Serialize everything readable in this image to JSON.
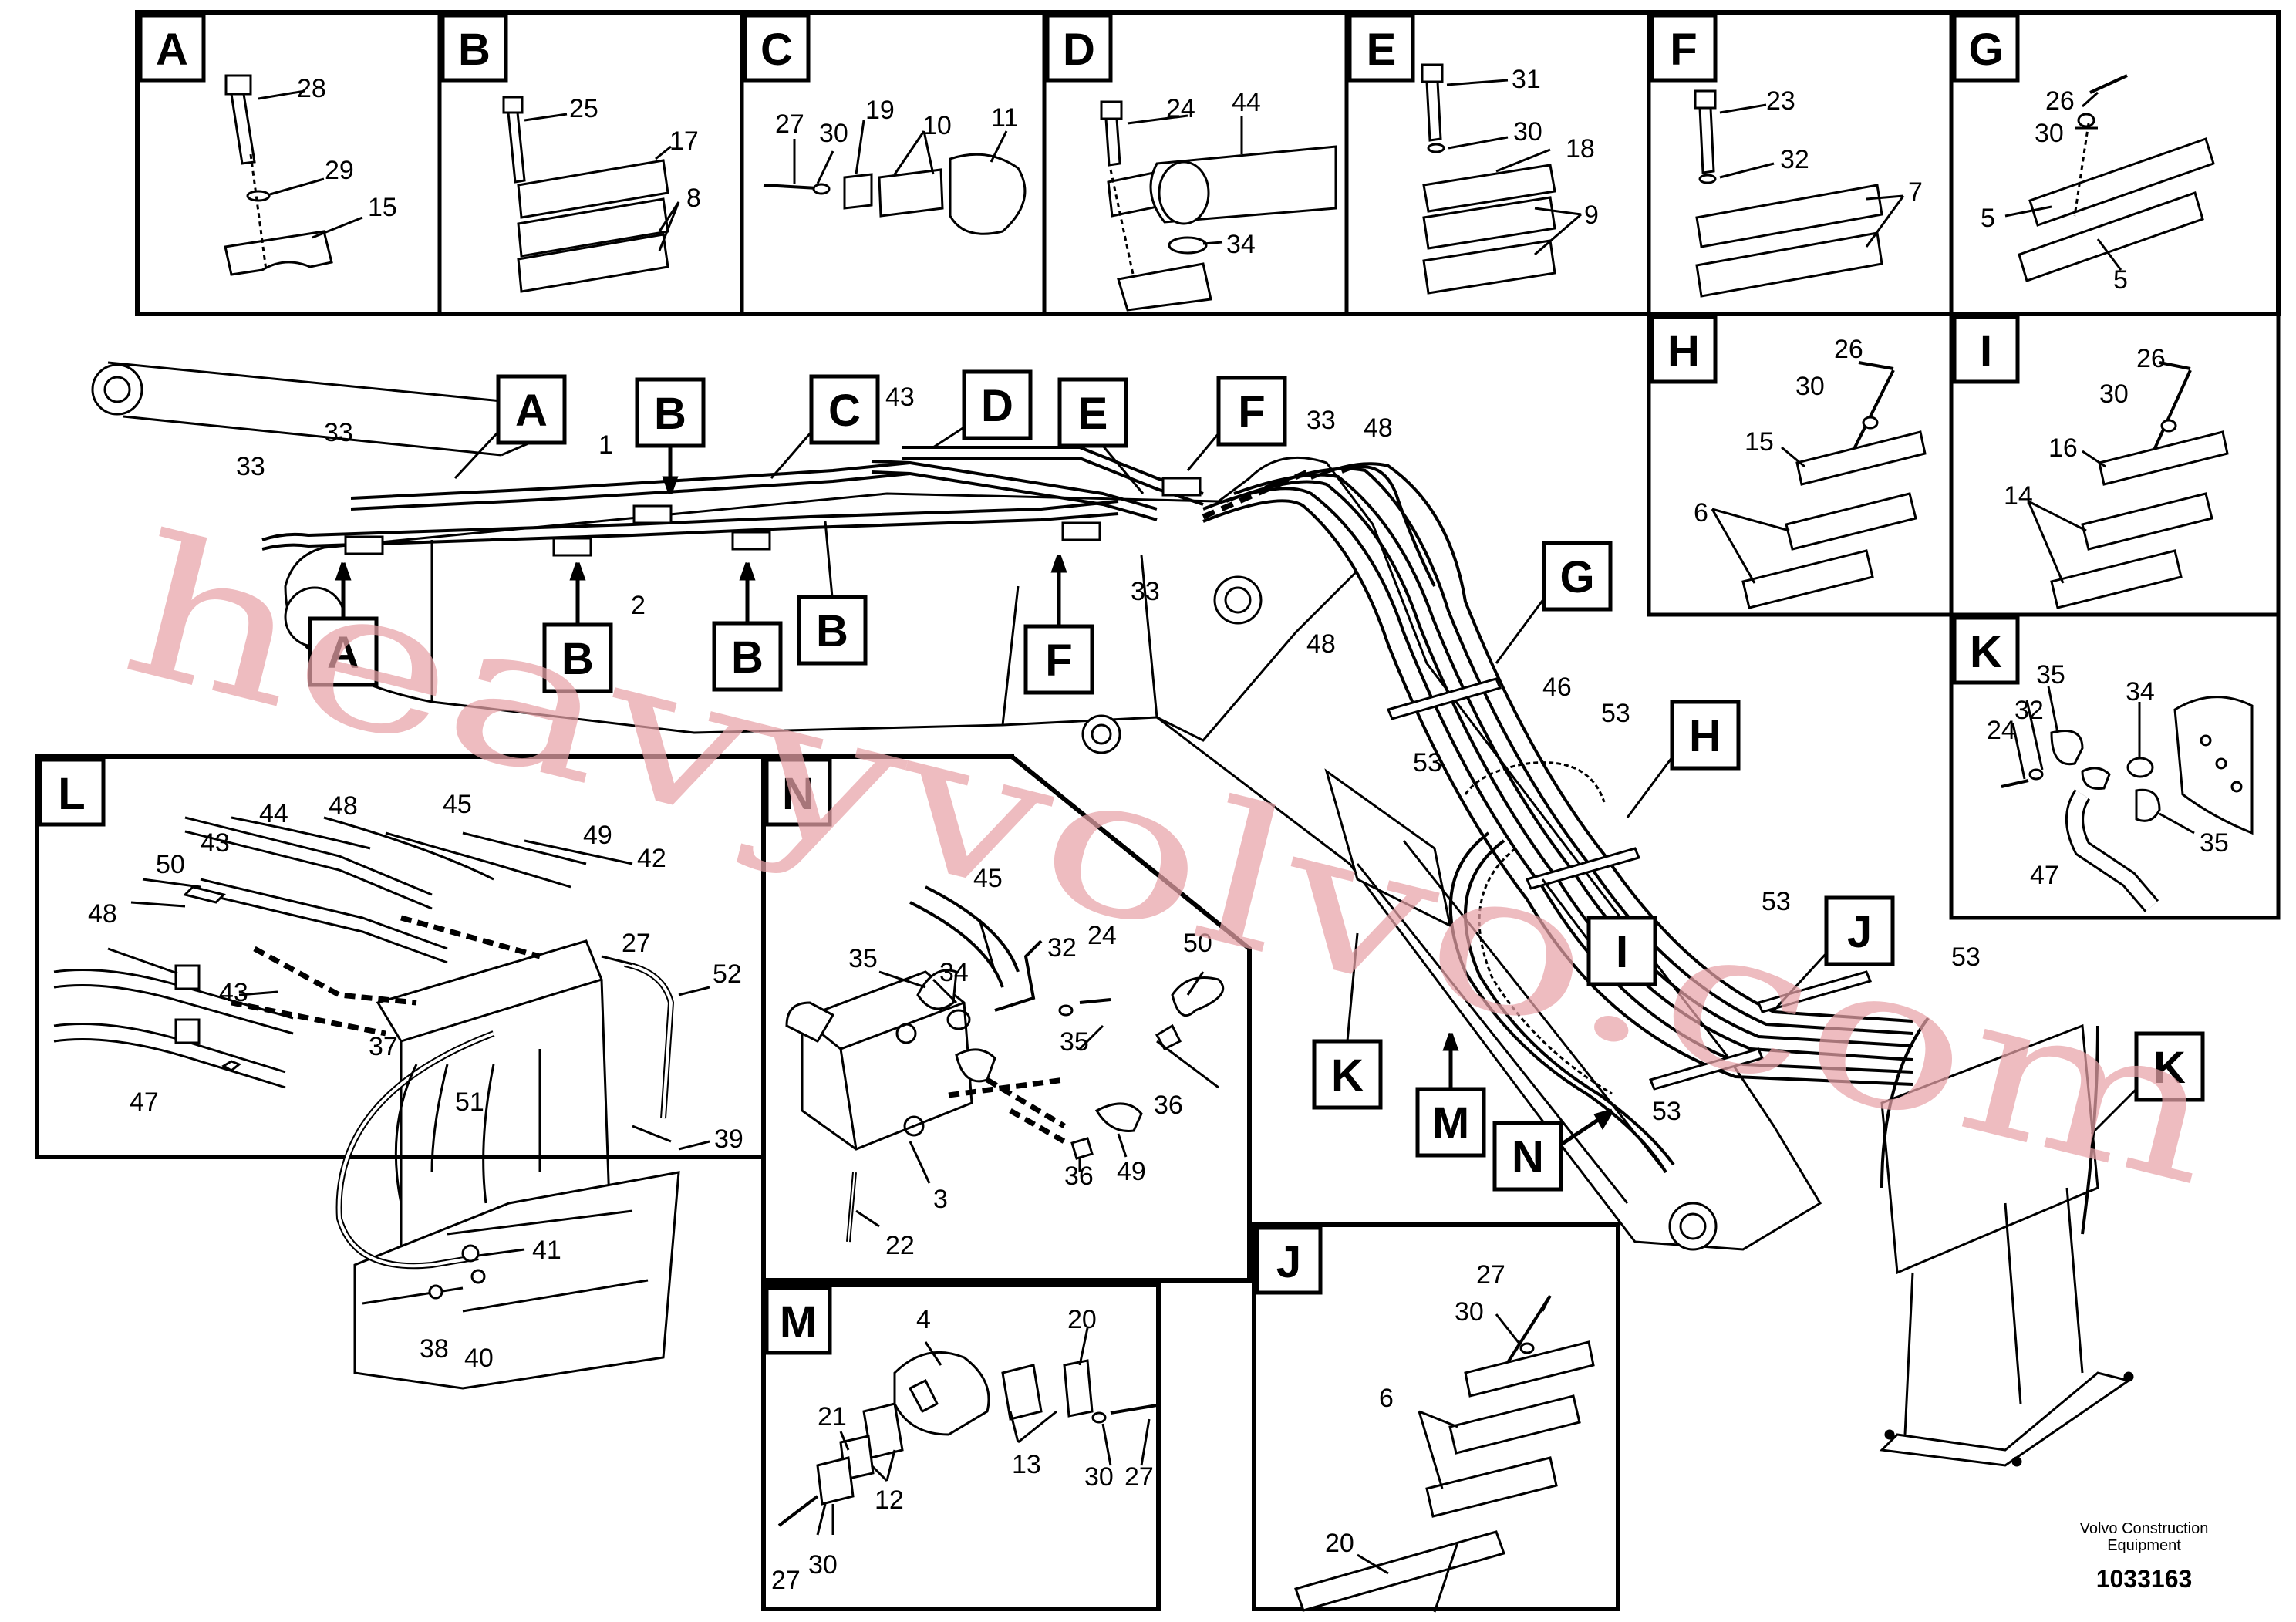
{
  "detail_letters": [
    "A",
    "B",
    "C",
    "D",
    "E",
    "F",
    "G",
    "H",
    "I",
    "J",
    "K",
    "L",
    "M",
    "N"
  ],
  "main_callouts": {
    "A_top": "A",
    "A_bottom": "A",
    "B_top": "B",
    "B_bottom1": "B",
    "B_bottom2": "B",
    "B_bottom3": "B",
    "C": "C",
    "D": "D",
    "E": "E",
    "F_top": "F",
    "F_bottom": "F",
    "G": "G",
    "H": "H",
    "I": "I",
    "J": "J",
    "K_left": "K",
    "K_right": "K",
    "M": "M",
    "N": "N"
  },
  "part_numbers": {
    "box_A": [
      "28",
      "29",
      "15"
    ],
    "box_B": [
      "25",
      "17",
      "8"
    ],
    "box_C": [
      "27",
      "30",
      "19",
      "10",
      "11"
    ],
    "box_D": [
      "24",
      "44",
      "34"
    ],
    "box_E": [
      "31",
      "30",
      "18",
      "9"
    ],
    "box_F": [
      "23",
      "32",
      "7"
    ],
    "box_G": [
      "26",
      "30",
      "5",
      "5"
    ],
    "box_H": [
      "26",
      "30",
      "15",
      "6"
    ],
    "box_I": [
      "26",
      "30",
      "16",
      "14"
    ],
    "box_K": [
      "35",
      "24",
      "32",
      "34",
      "35",
      "47"
    ],
    "box_L": [
      "44",
      "48",
      "45",
      "49",
      "42",
      "50",
      "43",
      "48",
      "27",
      "43",
      "52",
      "37",
      "47",
      "51",
      "39",
      "41",
      "38",
      "40"
    ],
    "box_N": [
      "45",
      "35",
      "34",
      "32",
      "24",
      "50",
      "35",
      "36",
      "36",
      "49",
      "3",
      "22"
    ],
    "box_M": [
      "4",
      "20",
      "21",
      "13",
      "12",
      "30",
      "27",
      "27",
      "30"
    ],
    "box_J": [
      "27",
      "30",
      "6",
      "20"
    ],
    "main": [
      "33",
      "33",
      "1",
      "2",
      "43",
      "33",
      "48",
      "33",
      "48",
      "46",
      "53",
      "53",
      "53",
      "53",
      "53"
    ]
  },
  "watermark": "heavyvolvo.com",
  "credit": {
    "line1": "Volvo Construction",
    "line2": "Equipment",
    "doc_number": "1033163"
  },
  "colors": {
    "ink": "#000000",
    "paper": "#ffffff",
    "watermark": "#e8a3a8"
  }
}
